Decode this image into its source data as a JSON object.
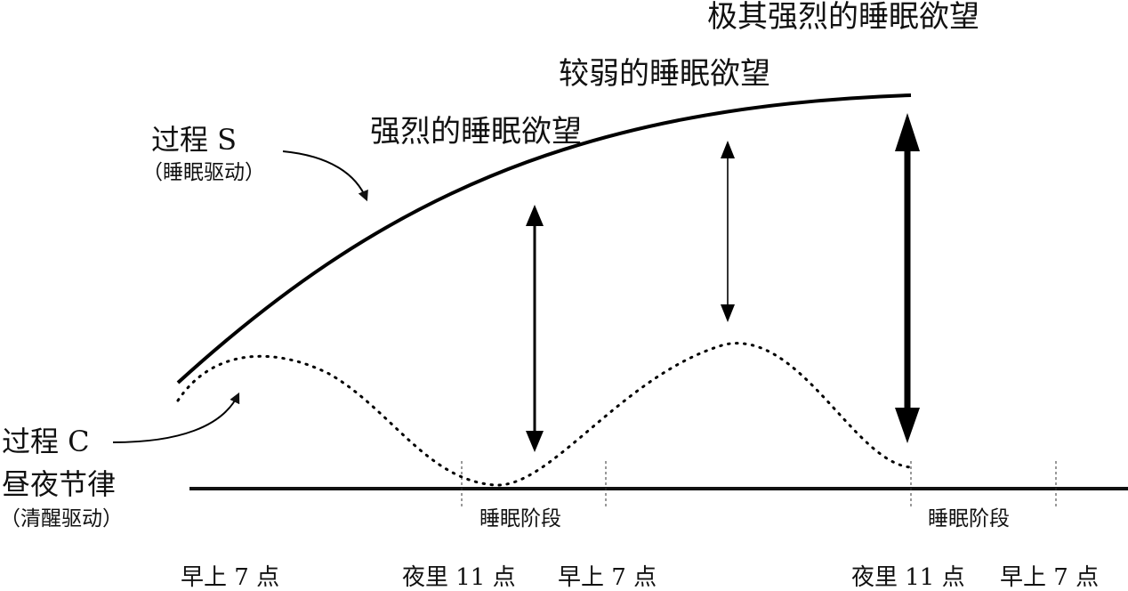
{
  "labels": {
    "extreme_desire": "极其强烈的睡眠欲望",
    "weak_desire": "较弱的睡眠欲望",
    "strong_desire": "强烈的睡眠欲望",
    "process_s": "过程 S",
    "process_s_sub": "（睡眠驱动）",
    "process_c": "过程 C",
    "process_c_name": "昼夜节律",
    "process_c_sub": "（清醒驱动）",
    "sleep_phase_1": "睡眠阶段",
    "sleep_phase_2": "睡眠阶段"
  },
  "time_ticks": [
    "早上 7 点",
    "夜里 11 点",
    "早上 7 点",
    "夜里 11 点",
    "早上 7 点"
  ]
}
